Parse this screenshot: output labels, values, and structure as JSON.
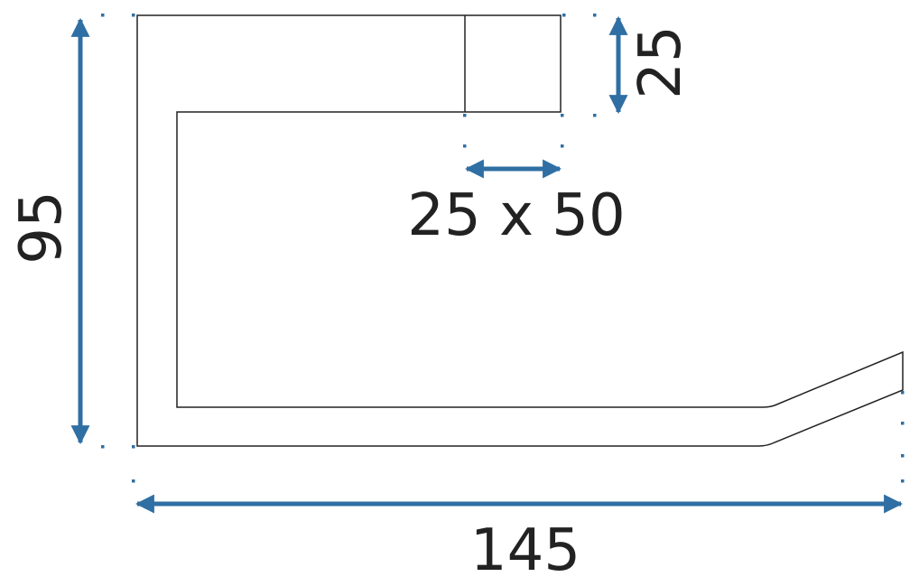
{
  "diagram": {
    "dimensions": {
      "height": "95",
      "width": "145",
      "bar_thickness": "25",
      "cross_section": "25 x 50"
    },
    "colors": {
      "outline": "#222222",
      "dimension_arrow": "#2f6fa3",
      "marker_dots": "#2f6fa3",
      "text": "#222222",
      "background": "#ffffff"
    }
  }
}
